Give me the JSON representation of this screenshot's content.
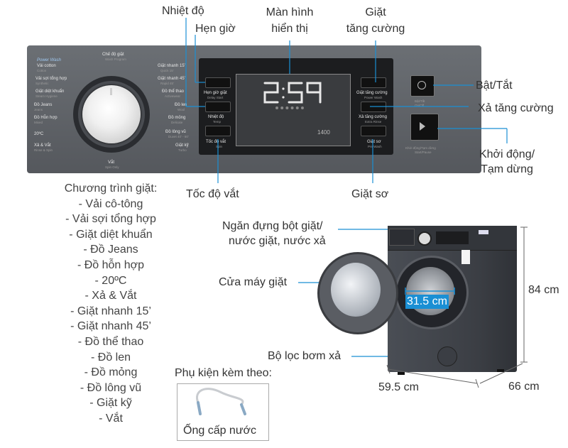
{
  "callouts": {
    "temperature": "Nhiệt độ",
    "timer": "Hẹn giờ",
    "display_line1": "Màn hình",
    "display_line2": "hiển thị",
    "intensive_line1": "Giặt",
    "intensive_line2": "tăng cường",
    "power": "Bật/Tắt",
    "extra_rinse": "Xả tăng cường",
    "start_line1": "Khởi động/",
    "start_line2": "Tạm dừng",
    "spin_speed": "Tốc độ vắt",
    "prewash": "Giặt sơ",
    "detergent_line1": "Ngăn đựng bột giặt/",
    "detergent_line2": "nước giặt, nước xả",
    "door": "Cửa máy giặt",
    "pump_filter": "Bộ lọc bơm xả"
  },
  "programs_title": "Chương trình giặt:",
  "programs": [
    "- Vải cô-tông",
    "- Vải sợi tổng hợp",
    "- Giặt diệt khuẩn",
    "- Đồ Jeans",
    "- Đồ hỗn hợp",
    "- 20ºC",
    "- Xả & Vắt",
    "- Giặt nhanh 15’",
    "- Giặt nhanh 45’",
    "- Đồ thể thao",
    "- Đồ len",
    "- Đồ mỏng",
    "- Đồ lông vũ",
    "- Giặt kỹ",
    "- Vắt"
  ],
  "dimensions": {
    "height": "84 cm",
    "width": "59.5 cm",
    "depth": "66 cm",
    "door_diameter": "31.5 cm"
  },
  "accessories": {
    "title": "Phụ kiện kèm theo:",
    "item": "Ống cấp nước"
  },
  "panel": {
    "display_time": "2:59",
    "display_spin": "1400",
    "dial_top_label": "Chế độ giặt",
    "dial_top_sub": "Wash Program",
    "dial_bottom_label": "Vắt",
    "dial_bottom_sub": "Spin Only",
    "dial_left": [
      {
        "vi": "Vải cotton",
        "en": "Cotton"
      },
      {
        "vi": "Vải sợi tổng hợp",
        "en": "Synthetic"
      },
      {
        "vi": "Giặt diệt khuẩn",
        "en": "Steam Hygiene"
      },
      {
        "vi": "Đồ Jeans",
        "en": "Jeans"
      },
      {
        "vi": "Đồ Hỗn hợp",
        "en": "Mixed"
      },
      {
        "vi": "20ºC",
        "en": ""
      },
      {
        "vi": "Xả & Vắt",
        "en": "Rinse & Spin"
      }
    ],
    "dial_right": [
      {
        "vi": "Giặt nhanh 15’",
        "en": "Quick 15’"
      },
      {
        "vi": "Giặt nhanh 45’",
        "en": "Rapid 45’"
      },
      {
        "vi": "Đồ thể thao",
        "en": "Activewear"
      },
      {
        "vi": "Đồ len",
        "en": "Wool"
      },
      {
        "vi": "Đồ mỏng",
        "en": "Delicate"
      },
      {
        "vi": "Đồ lông vũ",
        "en": "Duvet 40’ - 60’"
      },
      {
        "vi": "Giặt kỹ",
        "en": "Turbo"
      }
    ],
    "power_wash": "Power Wash",
    "btn_timer": {
      "vi": "Hẹn giờ giặt",
      "en": "Delay Start"
    },
    "btn_temp": {
      "vi": "Nhiệt độ",
      "en": "Temp"
    },
    "btn_spin": {
      "vi": "Tốc độ vắt",
      "en": "Spin"
    },
    "btn_powerwash": {
      "vi": "Giặt tăng cường",
      "en": "Power Wash"
    },
    "btn_extrarinse": {
      "vi": "Xả tăng cường",
      "en": "Extra Rinse"
    },
    "btn_prewash": {
      "vi": "Giặt sơ",
      "en": "Pre Wash"
    },
    "btn_power": {
      "vi": "Bật/Tắt",
      "en": "On/Off"
    },
    "btn_start": {
      "vi": "Khởi động/Tạm dừng",
      "en": "Start/Pause"
    }
  }
}
